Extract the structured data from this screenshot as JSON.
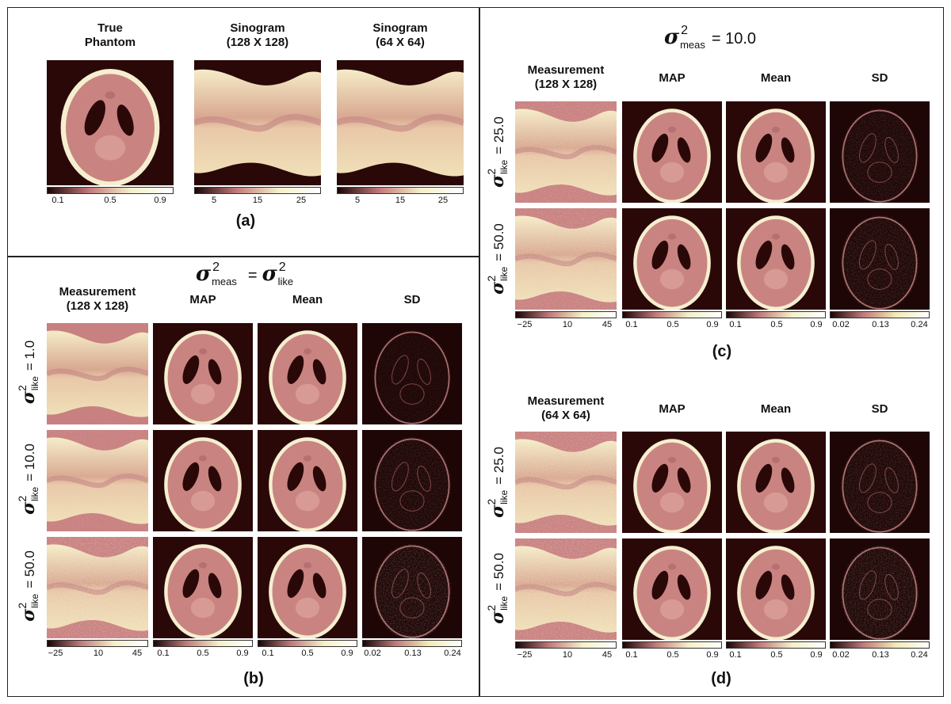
{
  "panel_a": {
    "headers": [
      "True\nPhantom",
      "Sinogram\n(128 X 128)",
      "Sinogram\n(64 X 64)"
    ],
    "colorbars": [
      [
        "0.1",
        "0.5",
        "0.9"
      ],
      [
        "5",
        "15",
        "25"
      ],
      [
        "5",
        "15",
        "25"
      ]
    ],
    "label": "(a)"
  },
  "panel_b": {
    "equation": {
      "sigma": "σ",
      "sub_meas": "meas",
      "sup": "2",
      "eq": "=",
      "sub_like": "like"
    },
    "headers": [
      "Measurement\n(128 X 128)",
      "MAP",
      "Mean",
      "SD"
    ],
    "rows": [
      {
        "sigma": "σ",
        "sup": "2",
        "sub": "like",
        "value": "= 1.0"
      },
      {
        "sigma": "σ",
        "sup": "2",
        "sub": "like",
        "value": "= 10.0"
      },
      {
        "sigma": "σ",
        "sup": "2",
        "sub": "like",
        "value": "= 50.0"
      }
    ],
    "colorbars": [
      [
        "−25",
        "10",
        "45"
      ],
      [
        "0.1",
        "0.5",
        "0.9"
      ],
      [
        "0.1",
        "0.5",
        "0.9"
      ],
      [
        "0.02",
        "0.13",
        "0.24"
      ]
    ],
    "label": "(b)"
  },
  "panel_c": {
    "equation": {
      "sigma": "σ",
      "sub": "meas",
      "sup": "2",
      "value": "= 10.0"
    },
    "headers": [
      "Measurement\n(128 X 128)",
      "MAP",
      "Mean",
      "SD"
    ],
    "rows": [
      {
        "sigma": "σ",
        "sup": "2",
        "sub": "like",
        "value": "= 25.0"
      },
      {
        "sigma": "σ",
        "sup": "2",
        "sub": "like",
        "value": "= 50.0"
      }
    ],
    "colorbars": [
      [
        "−25",
        "10",
        "45"
      ],
      [
        "0.1",
        "0.5",
        "0.9"
      ],
      [
        "0.1",
        "0.5",
        "0.9"
      ],
      [
        "0.02",
        "0.13",
        "0.24"
      ]
    ],
    "label": "(c)"
  },
  "panel_d": {
    "headers": [
      "Measurement\n(64 X 64)",
      "MAP",
      "Mean",
      "SD"
    ],
    "rows": [
      {
        "sigma": "σ",
        "sup": "2",
        "sub": "like",
        "value": "= 25.0"
      },
      {
        "sigma": "σ",
        "sup": "2",
        "sub": "like",
        "value": "= 50.0"
      }
    ],
    "colorbars": [
      [
        "−25",
        "10",
        "45"
      ],
      [
        "0.1",
        "0.5",
        "0.9"
      ],
      [
        "0.1",
        "0.5",
        "0.9"
      ],
      [
        "0.02",
        "0.13",
        "0.24"
      ]
    ],
    "label": "(d)"
  },
  "colors": {
    "dark": "#2a0808",
    "phantom_interior": "#c98482",
    "phantom_rim": "#f5efd0",
    "sinogram_bright": "#f0e2b8",
    "sinogram_mid": "#d8a890",
    "measurement_bg": "#c88080",
    "cmap_pink": [
      "#1a0505",
      "#c27a7a",
      "#f5f0c8",
      "#ffffff"
    ],
    "cmap_sd": [
      "#1a0505",
      "#c27a7a",
      "#f2ebb5",
      "#ffffff"
    ]
  }
}
